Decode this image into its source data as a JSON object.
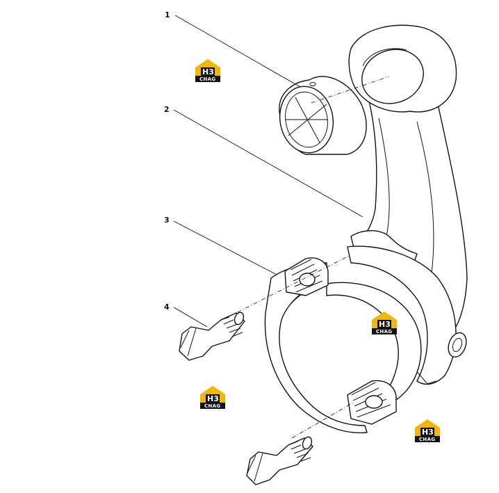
{
  "callouts": [
    {
      "label": "1",
      "part": "small-end-bushing"
    },
    {
      "label": "2",
      "part": "connecting-rod"
    },
    {
      "label": "3",
      "part": "connecting-rod-cap"
    },
    {
      "label": "4",
      "part": "rod-bolt"
    }
  ],
  "watermark": {
    "logo_text": "H3",
    "brand_text": "CHAG",
    "icon": "house-logo-icon",
    "color": "#f2b705"
  },
  "colors": {
    "line": "#111111",
    "background": "#ffffff"
  }
}
